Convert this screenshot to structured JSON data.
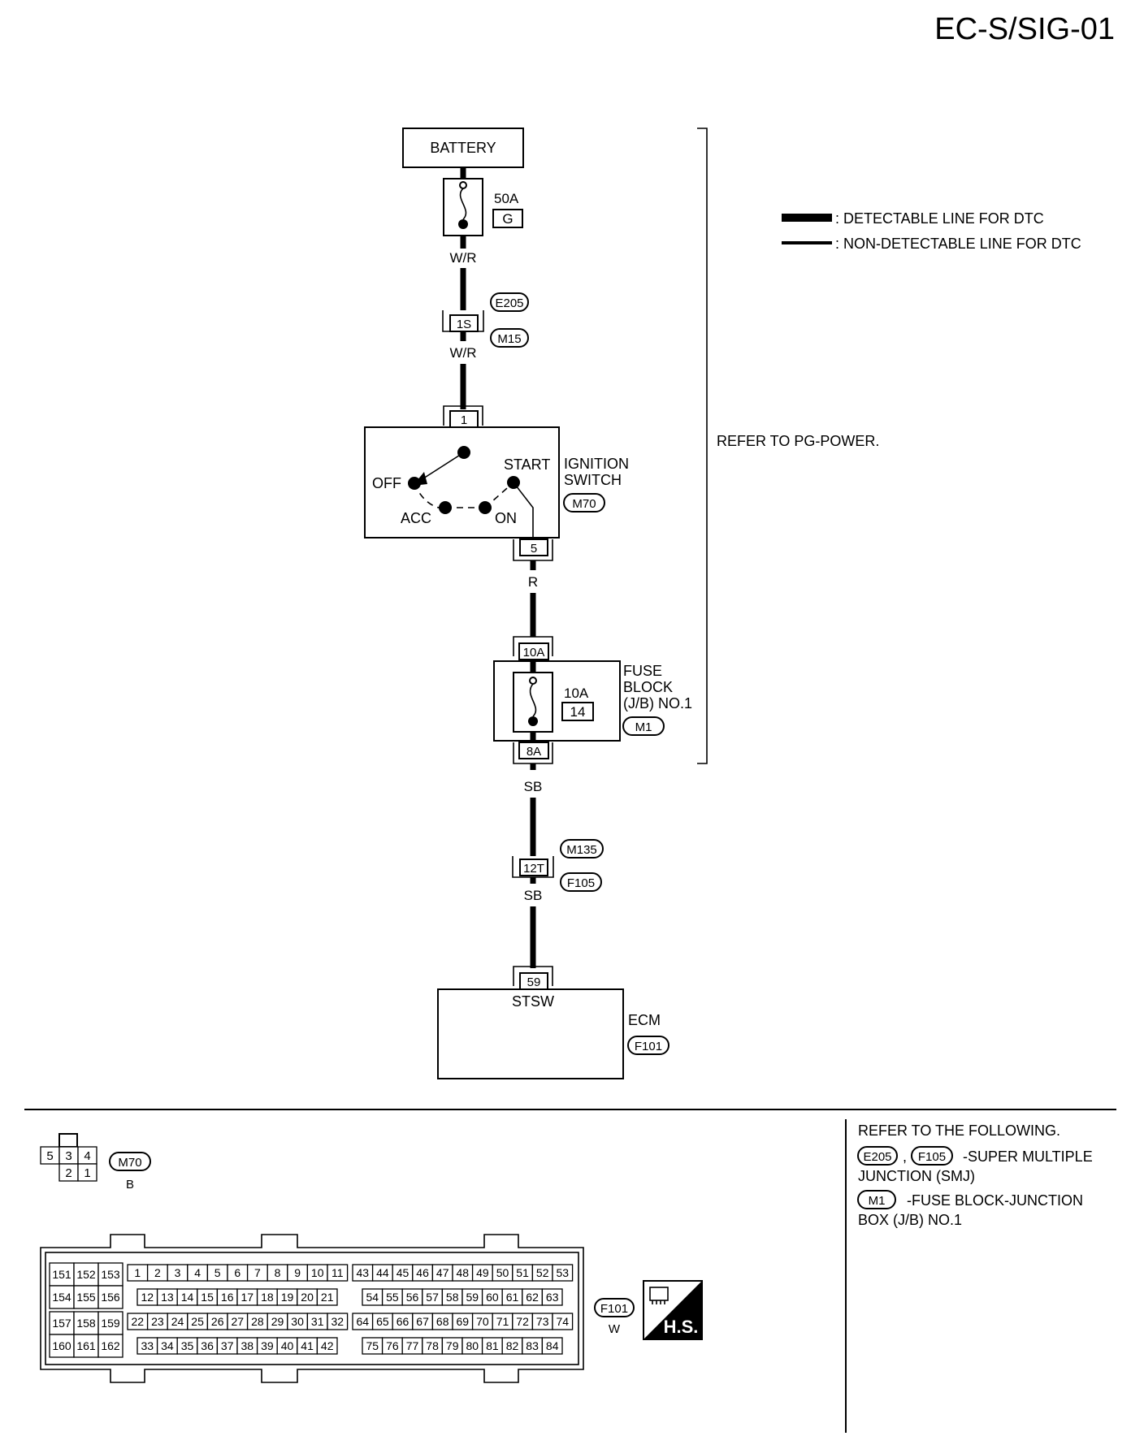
{
  "page_code": "EC-S/SIG-01",
  "legend": {
    "detectable": ": DETECTABLE LINE FOR DTC",
    "non_detectable": ": NON-DETECTABLE LINE FOR DTC"
  },
  "refer_power": "REFER TO PG-POWER.",
  "battery": {
    "label": "BATTERY"
  },
  "fuse_50a": {
    "rating": "50A",
    "id": "G"
  },
  "wires": {
    "w1": "W/R",
    "w2": "W/R",
    "w3": "R",
    "w4": "SB",
    "w5": "SB"
  },
  "conn_e205": {
    "id1": "E205",
    "pin": "1S",
    "id2": "M15"
  },
  "ignition": {
    "pin_in": "1",
    "pin_out": "5",
    "off": "OFF",
    "acc": "ACC",
    "on": "ON",
    "start": "START",
    "name_line1": "IGNITION",
    "name_line2": "SWITCH",
    "conn": "M70"
  },
  "fuse_block": {
    "pin_in": "10A",
    "pin_out": "8A",
    "rating": "10A",
    "id": "14",
    "name_line1": "FUSE",
    "name_line2": "BLOCK",
    "name_line3": "(J/B) NO.1",
    "conn": "M1"
  },
  "conn_m135": {
    "id1": "M135",
    "pin": "12T",
    "id2": "F105"
  },
  "ecm": {
    "pin": "59",
    "signal": "STSW",
    "name": "ECM",
    "conn": "F101"
  },
  "m70_connector": {
    "top_row": [
      "5",
      "3",
      "4"
    ],
    "bottom_row": [
      "2",
      "1"
    ],
    "id": "M70",
    "color": "B"
  },
  "f101_connector": {
    "id": "F101",
    "color": "W",
    "badge": "H.S.",
    "left_block": [
      [
        "151",
        "152",
        "153"
      ],
      [
        "154",
        "155",
        "156"
      ],
      [
        "157",
        "158",
        "159"
      ],
      [
        "160",
        "161",
        "162"
      ]
    ],
    "mid_row1": [
      "1",
      "2",
      "3",
      "4",
      "5",
      "6",
      "7",
      "8",
      "9",
      "10",
      "11"
    ],
    "mid_row2": [
      "12",
      "13",
      "14",
      "15",
      "16",
      "17",
      "18",
      "19",
      "20",
      "21"
    ],
    "mid_row3": [
      "22",
      "23",
      "24",
      "25",
      "26",
      "27",
      "28",
      "29",
      "30",
      "31",
      "32"
    ],
    "mid_row4": [
      "33",
      "34",
      "35",
      "36",
      "37",
      "38",
      "39",
      "40",
      "41",
      "42"
    ],
    "right_row1": [
      "43",
      "44",
      "45",
      "46",
      "47",
      "48",
      "49",
      "50",
      "51",
      "52",
      "53"
    ],
    "right_row2": [
      "54",
      "55",
      "56",
      "57",
      "58",
      "59",
      "60",
      "61",
      "62",
      "63"
    ],
    "right_row3": [
      "64",
      "65",
      "66",
      "67",
      "68",
      "69",
      "70",
      "71",
      "72",
      "73",
      "74"
    ],
    "right_row4": [
      "75",
      "76",
      "77",
      "78",
      "79",
      "80",
      "81",
      "82",
      "83",
      "84"
    ]
  },
  "refer_following": {
    "title": "REFER TO THE FOLLOWING.",
    "smj_conn1": "E205",
    "smj_sep": ",",
    "smj_conn2": "F105",
    "smj_line1": "-SUPER MULTIPLE",
    "smj_line2": "JUNCTION (SMJ)",
    "jb_conn": "M1",
    "jb_line1": "-FUSE BLOCK-JUNCTION",
    "jb_line2": "BOX (J/B) NO.1"
  }
}
